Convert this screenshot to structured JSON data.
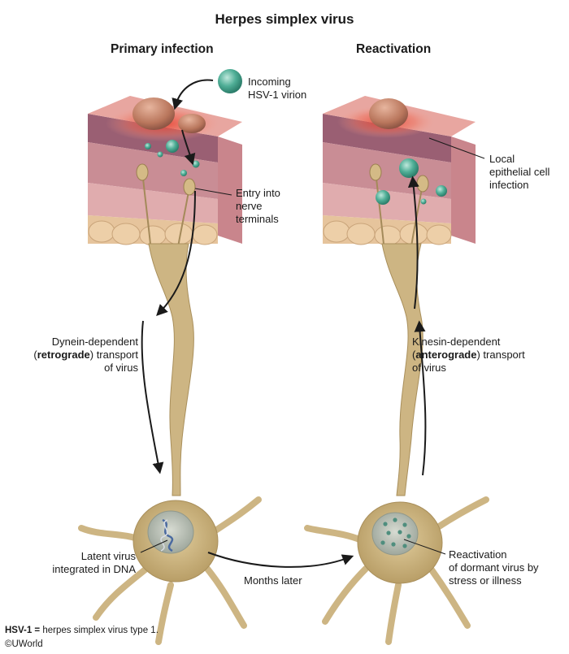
{
  "title": "Herpes simplex virus",
  "panels": {
    "primary": {
      "title": "Primary infection",
      "incoming_line1": "Incoming",
      "incoming_line2": "HSV-1 virion",
      "entry_line1": "Entry into",
      "entry_line2": "nerve",
      "entry_line3": "terminals",
      "dynein_line1": "Dynein-dependent",
      "dynein_open": "(",
      "dynein_bold": "retrograde",
      "dynein_close": ") transport",
      "dynein_line3": "of virus",
      "latent_line1": "Latent virus",
      "latent_line2": "integrated in DNA"
    },
    "reactivation": {
      "title": "Reactivation",
      "local_line1": "Local",
      "local_line2": "epithelial cell",
      "local_line3": "infection",
      "kinesin_line1": "Kinesin-dependent",
      "kinesin_open": "(",
      "kinesin_bold": "anterograde",
      "kinesin_close": ") transport",
      "kinesin_line3": "of virus",
      "react_line1": "Reactivation",
      "react_line2": "of dormant virus by",
      "react_line3": "stress or illness"
    }
  },
  "months_later": "Months later",
  "footnote": {
    "abbr": "HSV-1 =",
    "def": " herpes simplex virus type 1."
  },
  "copyright": "©UWorld",
  "colors": {
    "skin_top": "#e8a6a0",
    "inflamed": "#e83a2a",
    "dermis": "#c98d95",
    "muscle": "#e5b8b6",
    "fat": "#e6c49c",
    "neuron": "#cdb583",
    "nucleus": "#b9bfb4",
    "virion": "#4fae96",
    "arrow": "#1a1a1a"
  }
}
